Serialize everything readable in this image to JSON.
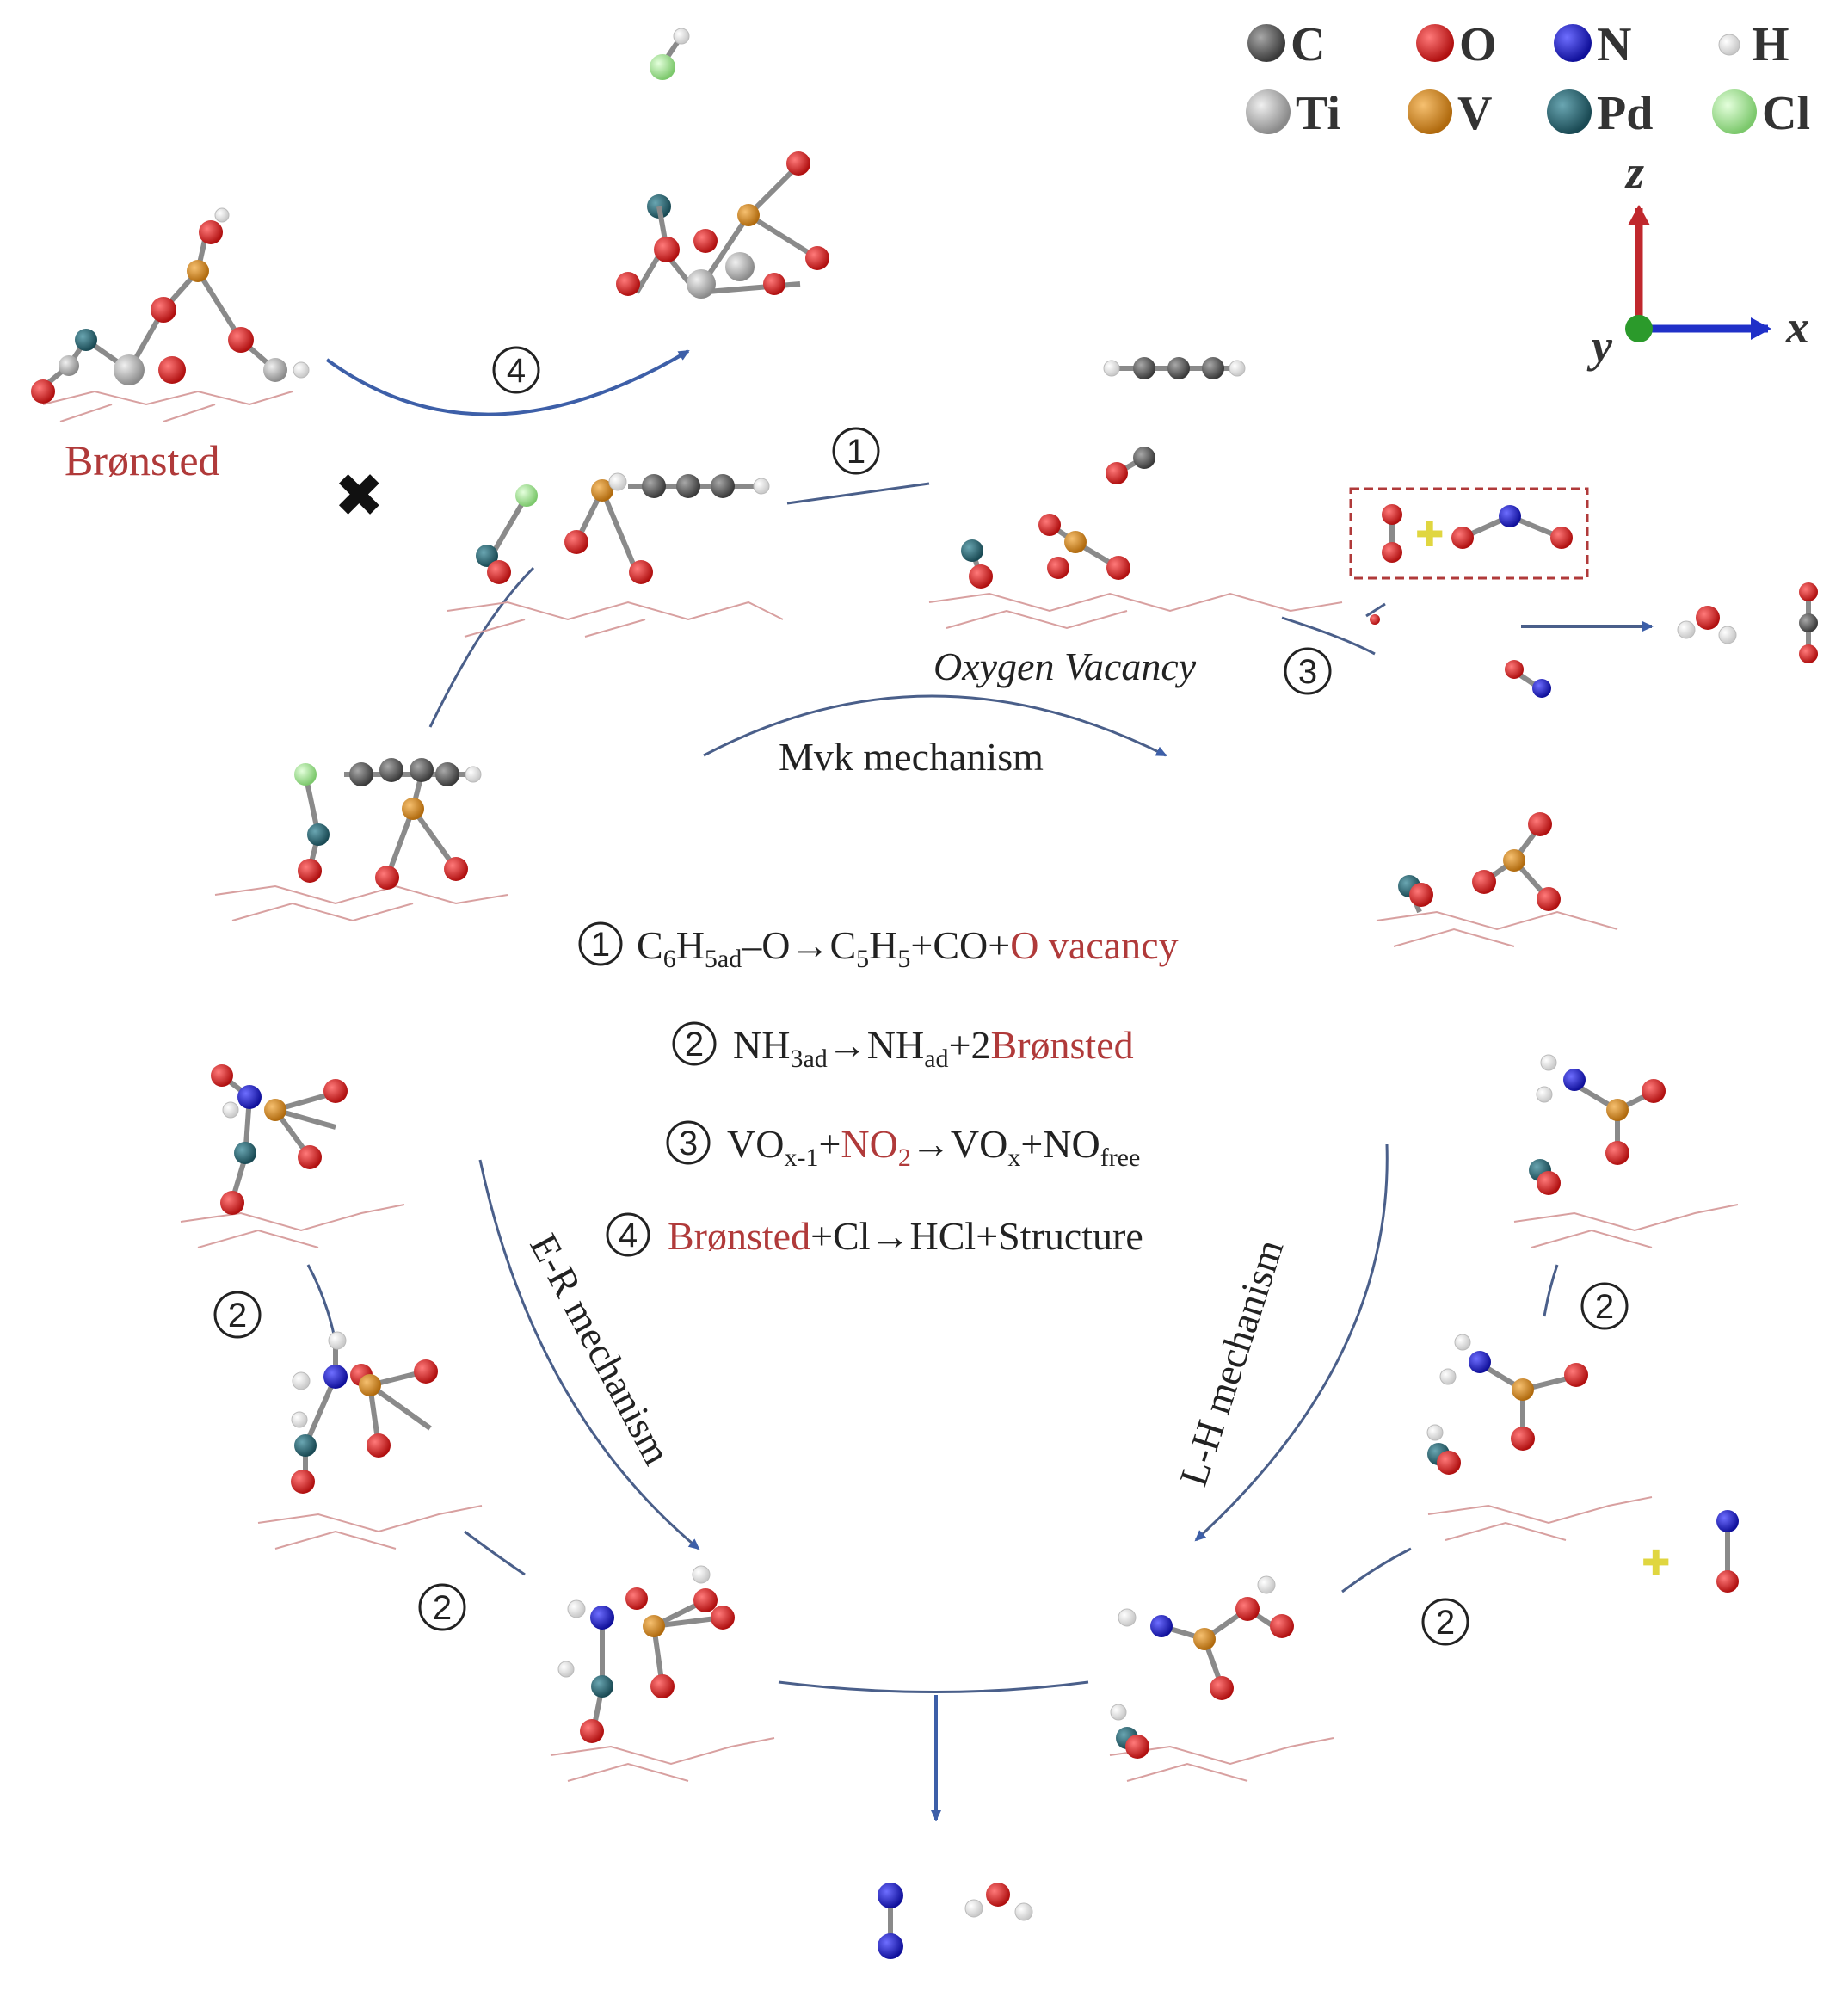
{
  "legend": [
    {
      "symbol": "C",
      "color": "#5c5c5c"
    },
    {
      "symbol": "O",
      "color": "#d81e1e"
    },
    {
      "symbol": "N",
      "color": "#1e1ed2"
    },
    {
      "symbol": "H",
      "color": "#f4f4f4"
    },
    {
      "symbol": "Ti",
      "color": "#b8b8b8"
    },
    {
      "symbol": "V",
      "color": "#d98a1e"
    },
    {
      "symbol": "Pd",
      "color": "#2c6e7a"
    },
    {
      "symbol": "Cl",
      "color": "#a8ec9a"
    }
  ],
  "axes": {
    "z": "z",
    "y": "y",
    "x": "x",
    "z_color": "#c0282d",
    "x_color": "#2030c8",
    "y_color": "#2b9a2b"
  },
  "labels": {
    "bronsted": "Brønsted",
    "oxygen_vacancy": "Oxygen Vacancy",
    "mvk": "Mvk mechanism",
    "er": "E-R mechanism",
    "lh": "L-H mechanism",
    "cross": "✖"
  },
  "step_numbers": {
    "one": "1",
    "two": "2",
    "three": "3",
    "four": "4"
  },
  "equations": {
    "eq1": {
      "num": "1",
      "a": "C",
      "a_sub": "6",
      "b": "H",
      "b_sub": "5ad",
      "c": "–O→C",
      "c_sub": "5",
      "d": "H",
      "d_sub": "5",
      "e": "+CO+",
      "f_red": "O vacancy"
    },
    "eq2": {
      "num": "2",
      "a": "NH",
      "a_sub": "3ad",
      "b": "→NH",
      "b_sub": "ad",
      "c": "+2",
      "d_red": "Brønsted"
    },
    "eq3": {
      "num": "3",
      "a": "VO",
      "a_sub": "x-1",
      "b": "+",
      "c_red": "NO",
      "c_sub": "2",
      "d": "→VO",
      "d_sub": "x",
      "e": "+NO",
      "e_sub": "free"
    },
    "eq4": {
      "num": "4",
      "a_red": "Brønsted",
      "b": "+Cl→HCl+Structure"
    }
  }
}
